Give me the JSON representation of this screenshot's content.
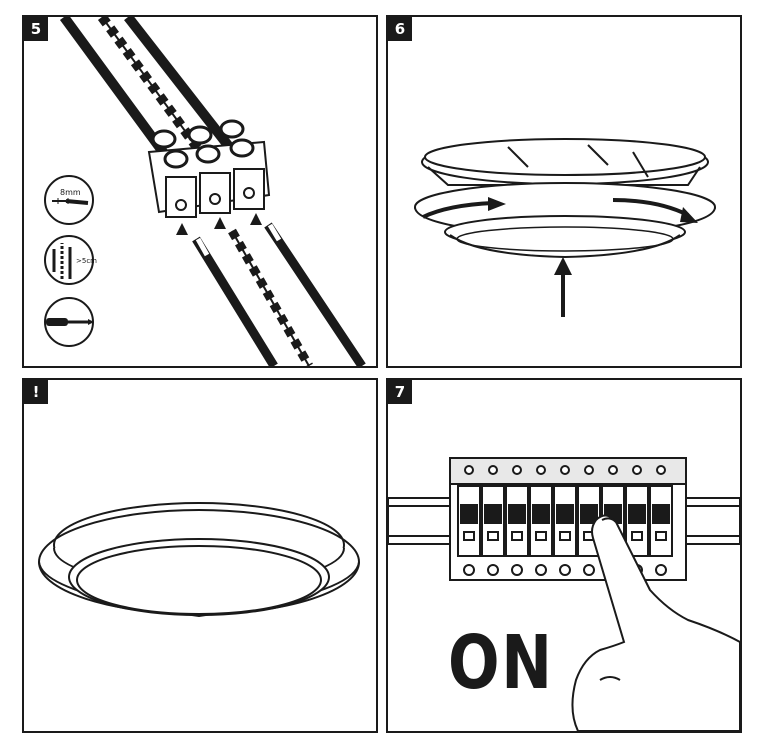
{
  "steps": {
    "wiring": {
      "number": "5",
      "strip_length": "8mm",
      "min_length": ">5cm"
    },
    "mounting": {
      "number": "6"
    },
    "notice": {
      "number": "!"
    },
    "power": {
      "number": "7",
      "switch_state": "ON"
    }
  },
  "icons": [
    "strip-wire-icon",
    "twisted-wire-icon",
    "screwdriver-icon",
    "up-arrow-icon",
    "rotate-arrow-icon",
    "finger-icon"
  ],
  "colors": {
    "ink": "#1a1a1a",
    "paper": "#ffffff",
    "shade": "#d9d9d9"
  }
}
